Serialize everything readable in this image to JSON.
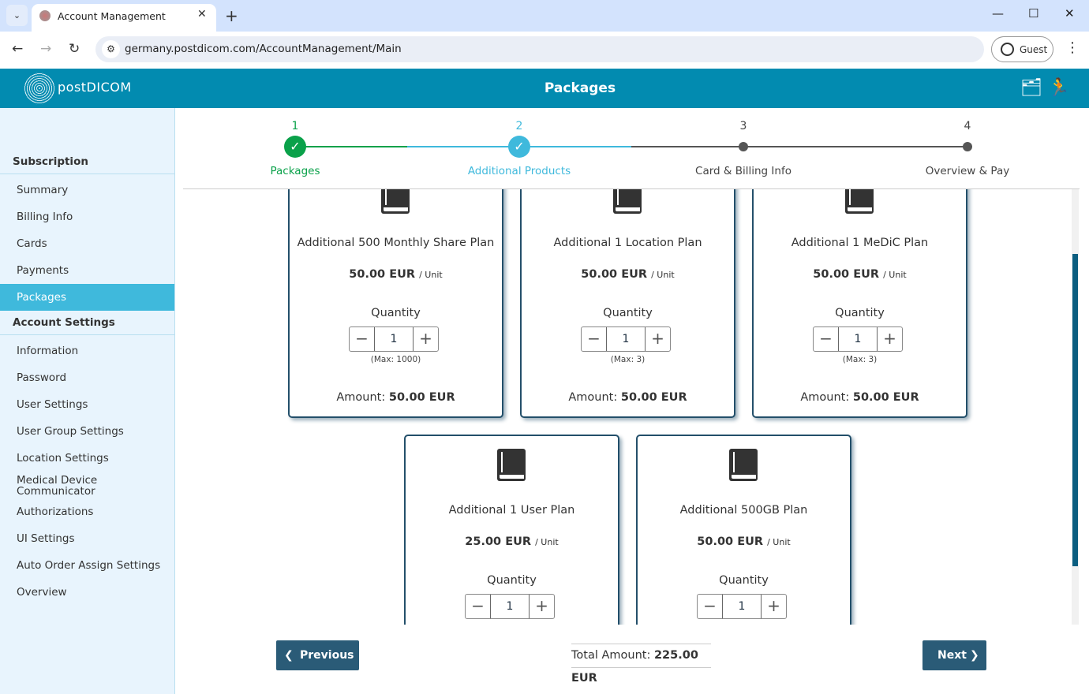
{
  "browser": {
    "tab_title": "Account Management",
    "url": "germany.postdicom.com/AccountManagement/Main",
    "profile": "Guest"
  },
  "header": {
    "logo": "postDICOM",
    "title": "Packages"
  },
  "colors": {
    "header": "#028bb0",
    "sidebar_active": "#3fb9dc",
    "step_done": "#0aa14a",
    "step_current": "#3fb9dc",
    "button": "#2a5b77"
  },
  "sidebar": {
    "sections": [
      {
        "title": "Subscription",
        "items": [
          {
            "label": "Summary"
          },
          {
            "label": "Billing Info"
          },
          {
            "label": "Cards"
          },
          {
            "label": "Payments"
          },
          {
            "label": "Packages",
            "active": true
          }
        ]
      },
      {
        "title": "Account Settings",
        "items": [
          {
            "label": "Information"
          },
          {
            "label": "Password"
          },
          {
            "label": "User Settings"
          },
          {
            "label": "User Group Settings"
          },
          {
            "label": "Location Settings"
          },
          {
            "label": "Medical Device Communicator"
          },
          {
            "label": "Authorizations"
          },
          {
            "label": "UI Settings"
          },
          {
            "label": "Auto Order Assign Settings"
          },
          {
            "label": "Overview"
          }
        ]
      }
    ]
  },
  "steps": [
    {
      "num": "1",
      "label": "Packages",
      "state": "done"
    },
    {
      "num": "2",
      "label": "Additional Products",
      "state": "current"
    },
    {
      "num": "3",
      "label": "Card & Billing Info",
      "state": "pending"
    },
    {
      "num": "4",
      "label": "Overview & Pay",
      "state": "pending"
    }
  ],
  "products": [
    {
      "title": "Additional 500 Monthly Share Plan",
      "price": "50.00 EUR",
      "unit": "/ Unit",
      "qty_label": "Quantity",
      "qty": "1",
      "max": "(Max: 1000)",
      "amount_label": "Amount:",
      "amount": "50.00 EUR"
    },
    {
      "title": "Additional 1 Location Plan",
      "price": "50.00 EUR",
      "unit": "/ Unit",
      "qty_label": "Quantity",
      "qty": "1",
      "max": "(Max: 3)",
      "amount_label": "Amount:",
      "amount": "50.00 EUR"
    },
    {
      "title": "Additional 1 MeDiC Plan",
      "price": "50.00 EUR",
      "unit": "/ Unit",
      "qty_label": "Quantity",
      "qty": "1",
      "max": "(Max: 3)",
      "amount_label": "Amount:",
      "amount": "50.00 EUR"
    },
    {
      "title": "Additional 1 User Plan",
      "price": "25.00 EUR",
      "unit": "/ Unit",
      "qty_label": "Quantity",
      "qty": "1"
    },
    {
      "title": "Additional 500GB Plan",
      "price": "50.00 EUR",
      "unit": "/ Unit",
      "qty_label": "Quantity",
      "qty": "1"
    }
  ],
  "footer": {
    "previous": "Previous",
    "next": "Next",
    "total_label": "Total Amount:",
    "total": "225.00 EUR"
  }
}
